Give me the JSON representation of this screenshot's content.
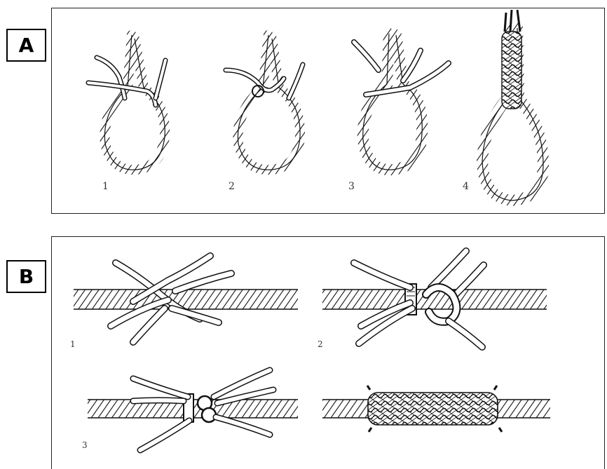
{
  "labels": {
    "a": "A",
    "b": "B"
  },
  "panel_a": {
    "steps": [
      "1",
      "2",
      "3",
      "4"
    ]
  },
  "panel_b": {
    "steps": [
      "1",
      "2",
      "3"
    ]
  }
}
